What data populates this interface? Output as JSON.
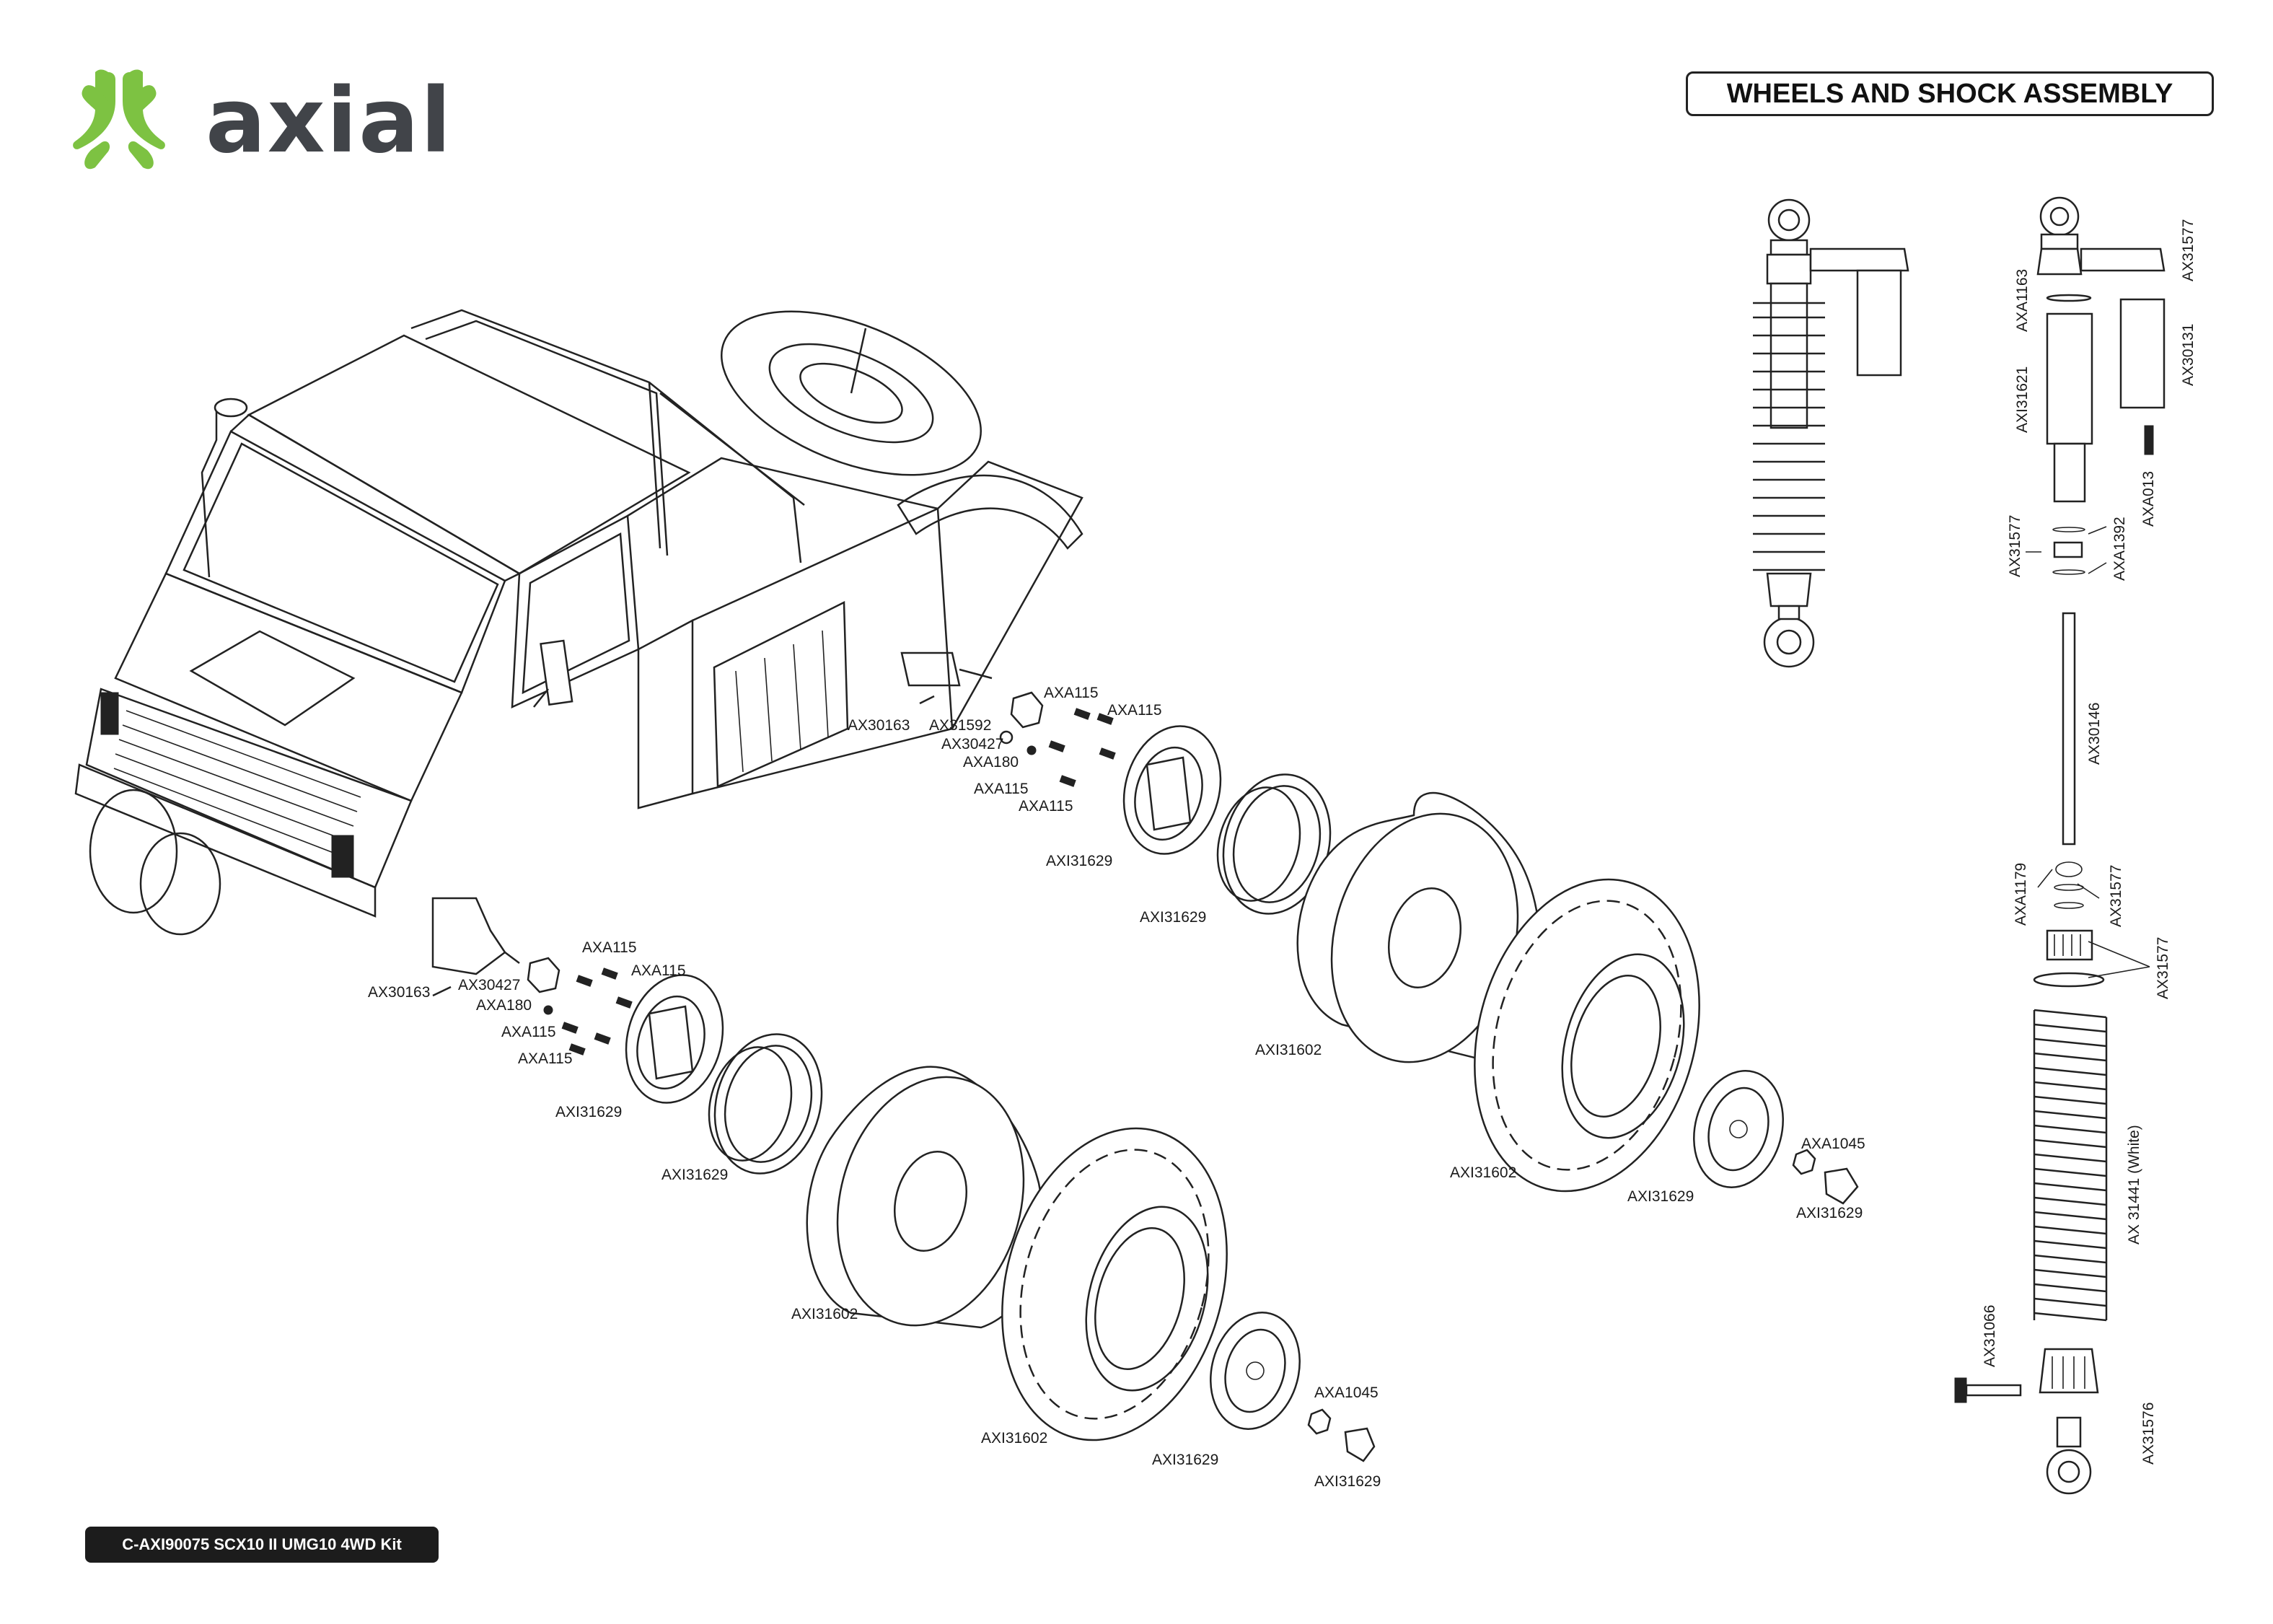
{
  "brand": {
    "name": "axial",
    "accent": "#7dc242",
    "text_color": "#414449"
  },
  "title": "WHEELS AND SHOCK ASSEMBLY",
  "footer": "C-AXI90075 SCX10 II UMG10 4WD Kit",
  "colors": {
    "line": "#222222",
    "background": "#ffffff"
  },
  "labels": {
    "rear": {
      "ax30163": "AX30163",
      "ax31592": "AX31592",
      "ax30427": "AX30427",
      "axa180": "AXA180",
      "axa115_a": "AXA115",
      "axa115_b": "AXA115",
      "axa115_c": "AXA115",
      "axa115_d": "AXA115",
      "axi31629_ring": "AXI31629",
      "axi31629_wheel": "AXI31629",
      "axi31602_foam": "AXI31602",
      "axi31602_tire": "AXI31602",
      "axi31629_hub": "AXI31629",
      "axa1045": "AXA1045",
      "axi31629_cap": "AXI31629"
    },
    "front": {
      "ax30163": "AX30163",
      "ax30427": "AX30427",
      "axa180": "AXA180",
      "axa115_a": "AXA115",
      "axa115_b": "AXA115",
      "axa115_c": "AXA115",
      "axa115_d": "AXA115",
      "axi31629_ring": "AXI31629",
      "axi31629_wheel": "AXI31629",
      "axi31602_foam": "AXI31602",
      "axi31602_tire": "AXI31602",
      "axi31629_hub": "AXI31629",
      "axa1045": "AXA1045",
      "axi31629_cap": "AXI31629"
    },
    "shock": {
      "ax31577_top": "AX31577",
      "axa1163": "AXA1163",
      "ax30131": "AX30131",
      "axi31621": "AXI31621",
      "axa013": "AXA013",
      "ax31577_mid": "AX31577",
      "axa1392": "AXA1392",
      "ax30146": "AX30146",
      "axa1179": "AXA1179",
      "ax31577_low": "AX31577",
      "ax31577_collar": "AX31577",
      "spring": "AX 31441 (White)",
      "ax31066": "AX31066",
      "ax31576": "AX31576"
    }
  }
}
